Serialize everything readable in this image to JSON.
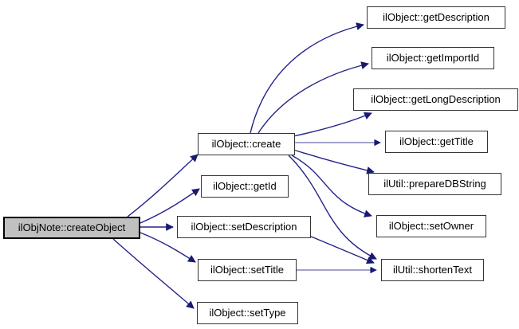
{
  "diagram": {
    "type": "call-graph",
    "colors": {
      "background": "#ffffff",
      "edge": "#23238a",
      "edge_straight": "#6b6bb0",
      "arrowhead": "#191970",
      "node_fill": "#ffffff",
      "node_border": "#353535",
      "root_fill": "#c0c0c0"
    },
    "nodes": [
      {
        "id": "createObject",
        "label": "ilObjNote::createObject",
        "role": "root"
      },
      {
        "id": "create",
        "label": "ilObject::create"
      },
      {
        "id": "getId",
        "label": "ilObject::getId"
      },
      {
        "id": "setDescription",
        "label": "ilObject::setDescription"
      },
      {
        "id": "setTitle",
        "label": "ilObject::setTitle"
      },
      {
        "id": "setType",
        "label": "ilObject::setType"
      },
      {
        "id": "getDescription",
        "label": "ilObject::getDescription"
      },
      {
        "id": "getImportId",
        "label": "ilObject::getImportId"
      },
      {
        "id": "getLongDescription",
        "label": "ilObject::getLongDescription"
      },
      {
        "id": "getTitle",
        "label": "ilObject::getTitle"
      },
      {
        "id": "prepareDBString",
        "label": "ilUtil::prepareDBString"
      },
      {
        "id": "setOwner",
        "label": "ilObject::setOwner"
      },
      {
        "id": "shortenText",
        "label": "ilUtil::shortenText"
      }
    ],
    "edges": [
      {
        "from": "ilObjNote::createObject",
        "to": "ilObject::create"
      },
      {
        "from": "ilObjNote::createObject",
        "to": "ilObject::getId"
      },
      {
        "from": "ilObjNote::createObject",
        "to": "ilObject::setDescription"
      },
      {
        "from": "ilObjNote::createObject",
        "to": "ilObject::setTitle"
      },
      {
        "from": "ilObjNote::createObject",
        "to": "ilObject::setType"
      },
      {
        "from": "ilObject::create",
        "to": "ilObject::getDescription"
      },
      {
        "from": "ilObject::create",
        "to": "ilObject::getImportId"
      },
      {
        "from": "ilObject::create",
        "to": "ilObject::getLongDescription"
      },
      {
        "from": "ilObject::create",
        "to": "ilObject::getTitle"
      },
      {
        "from": "ilObject::create",
        "to": "ilUtil::prepareDBString"
      },
      {
        "from": "ilObject::create",
        "to": "ilObject::setOwner"
      },
      {
        "from": "ilObject::create",
        "to": "ilUtil::shortenText"
      },
      {
        "from": "ilObject::setDescription",
        "to": "ilUtil::shortenText"
      },
      {
        "from": "ilObject::setTitle",
        "to": "ilUtil::shortenText"
      }
    ]
  }
}
